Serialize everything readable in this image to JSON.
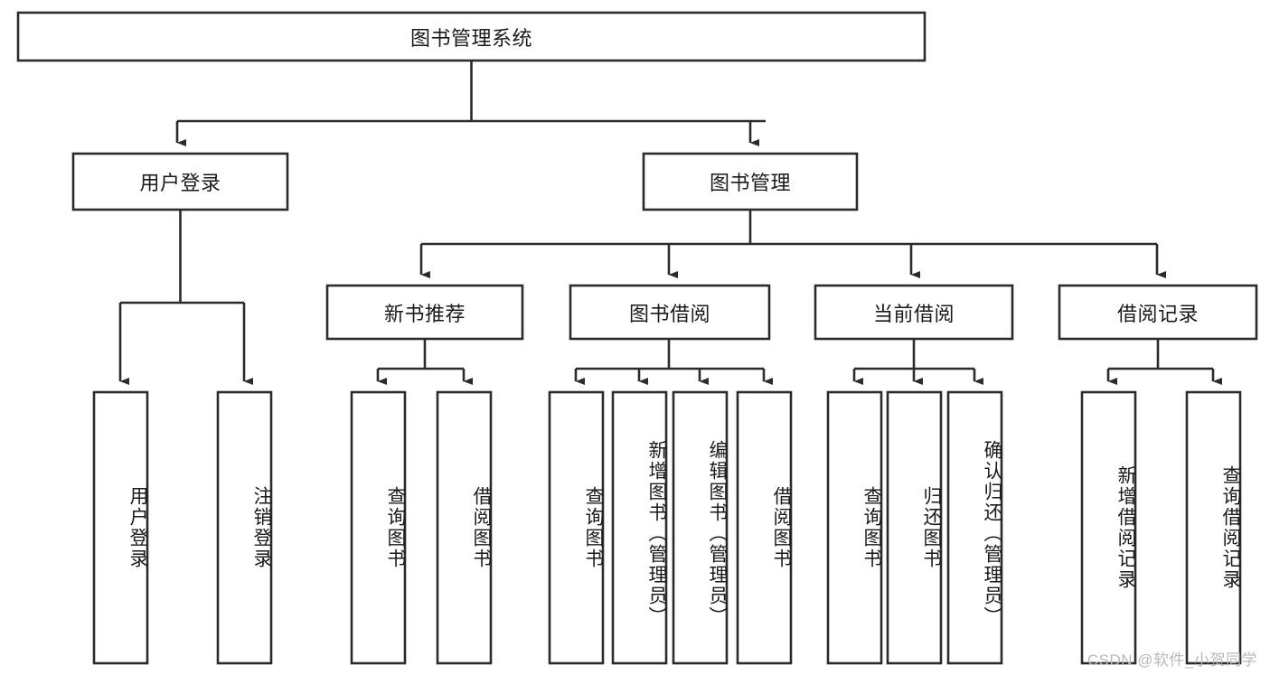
{
  "diagram": {
    "title": "图书管理系统",
    "type": "tree",
    "watermark": "CSDN @软件_小贺同学",
    "colors": {
      "box_stroke": "#2b2b2b",
      "box_fill": "#ffffff",
      "connector": "#2b2b2b",
      "text": "#1a1a1a",
      "watermark": "#b9b9b9",
      "background": "#ffffff"
    },
    "levels": {
      "root": [
        "图书管理系统"
      ],
      "level2": [
        "用户登录",
        "图书管理"
      ],
      "level3": [
        "新书推荐",
        "图书借阅",
        "当前借阅",
        "借阅记录"
      ],
      "level4": [
        "用户登录",
        "注销登录",
        "查询图书",
        "借阅图书",
        "查询图书",
        "新增图书（管理员）",
        "编辑图书（管理员）",
        "借阅图书",
        "查询图书",
        "归还图书",
        "确认归还（管理员）",
        "新增借阅记录",
        "查询借阅记录"
      ]
    },
    "nodes": {
      "root": {
        "label": "图书管理系统",
        "orientation": "horizontal"
      },
      "n_user_login": {
        "label": "用户登录",
        "orientation": "horizontal"
      },
      "n_book_mgmt": {
        "label": "图书管理",
        "orientation": "horizontal"
      },
      "n_new_book_rec": {
        "label": "新书推荐",
        "orientation": "horizontal"
      },
      "n_book_borrow": {
        "label": "图书借阅",
        "orientation": "horizontal"
      },
      "n_current_borrow": {
        "label": "当前借阅",
        "orientation": "horizontal"
      },
      "n_borrow_record": {
        "label": "借阅记录",
        "orientation": "horizontal"
      },
      "leaf_user_login": {
        "label": "用户登录",
        "orientation": "vertical"
      },
      "leaf_logout": {
        "label": "注销登录",
        "orientation": "vertical"
      },
      "leaf_query_book_1": {
        "label": "查询图书",
        "orientation": "vertical"
      },
      "leaf_borrow_book_1": {
        "label": "借阅图书",
        "orientation": "vertical"
      },
      "leaf_query_book_2": {
        "label": "查询图书",
        "orientation": "vertical"
      },
      "leaf_add_book": {
        "label": "新增图书（管理员）",
        "orientation": "vertical"
      },
      "leaf_edit_book": {
        "label": "编辑图书（管理员）",
        "orientation": "vertical"
      },
      "leaf_borrow_book_2": {
        "label": "借阅图书",
        "orientation": "vertical"
      },
      "leaf_query_book_3": {
        "label": "查询图书",
        "orientation": "vertical"
      },
      "leaf_return_book": {
        "label": "归还图书",
        "orientation": "vertical"
      },
      "leaf_confirm_return": {
        "label": "确认归还（管理员）",
        "orientation": "vertical"
      },
      "leaf_add_record": {
        "label": "新增借阅记录",
        "orientation": "vertical"
      },
      "leaf_query_record": {
        "label": "查询借阅记录",
        "orientation": "vertical"
      }
    },
    "edges": [
      {
        "from": "图书管理系统",
        "to": "用户登录"
      },
      {
        "from": "图书管理系统",
        "to": "图书管理"
      },
      {
        "from": "用户登录",
        "to": "用户登录"
      },
      {
        "from": "用户登录",
        "to": "注销登录"
      },
      {
        "from": "图书管理",
        "to": "新书推荐"
      },
      {
        "from": "图书管理",
        "to": "图书借阅"
      },
      {
        "from": "图书管理",
        "to": "当前借阅"
      },
      {
        "from": "图书管理",
        "to": "借阅记录"
      },
      {
        "from": "新书推荐",
        "to": "查询图书"
      },
      {
        "from": "新书推荐",
        "to": "借阅图书"
      },
      {
        "from": "图书借阅",
        "to": "查询图书"
      },
      {
        "from": "图书借阅",
        "to": "新增图书（管理员）"
      },
      {
        "from": "图书借阅",
        "to": "编辑图书（管理员）"
      },
      {
        "from": "图书借阅",
        "to": "借阅图书"
      },
      {
        "from": "当前借阅",
        "to": "查询图书"
      },
      {
        "from": "当前借阅",
        "to": "归还图书"
      },
      {
        "from": "当前借阅",
        "to": "确认归还（管理员）"
      },
      {
        "from": "借阅记录",
        "to": "新增借阅记录"
      },
      {
        "from": "借阅记录",
        "to": "查询借阅记录"
      }
    ]
  }
}
